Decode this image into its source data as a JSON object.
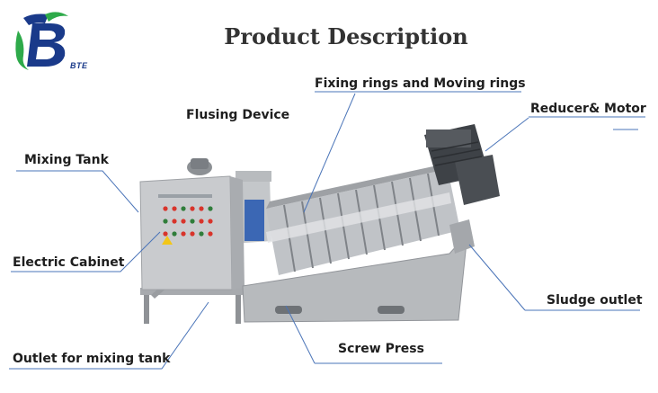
{
  "logo": {
    "text": "BTE"
  },
  "title": "Product Description",
  "labels": {
    "fixing_rings": "Fixing rings and Moving rings",
    "reducer_motor": "Reducer& Motor",
    "flushing_device": "Flusing Device",
    "mixing_tank": "Mixing Tank",
    "electric_cabinet": "Electric Cabinet",
    "sludge_outlet": "Sludge outlet",
    "screw_press": "Screw Press",
    "outlet_mixing_tank": "Outlet for mixing tank"
  },
  "colors": {
    "logo_blue": "#1a3a8a",
    "logo_green": "#2eaa4a",
    "leader_line": "#4a74b8",
    "steel_light": "#d7d9dc",
    "steel_mid": "#b3b6ba",
    "steel_dark": "#7d8186",
    "motor": "#3e4247",
    "cabinet": "#c9cbce"
  }
}
